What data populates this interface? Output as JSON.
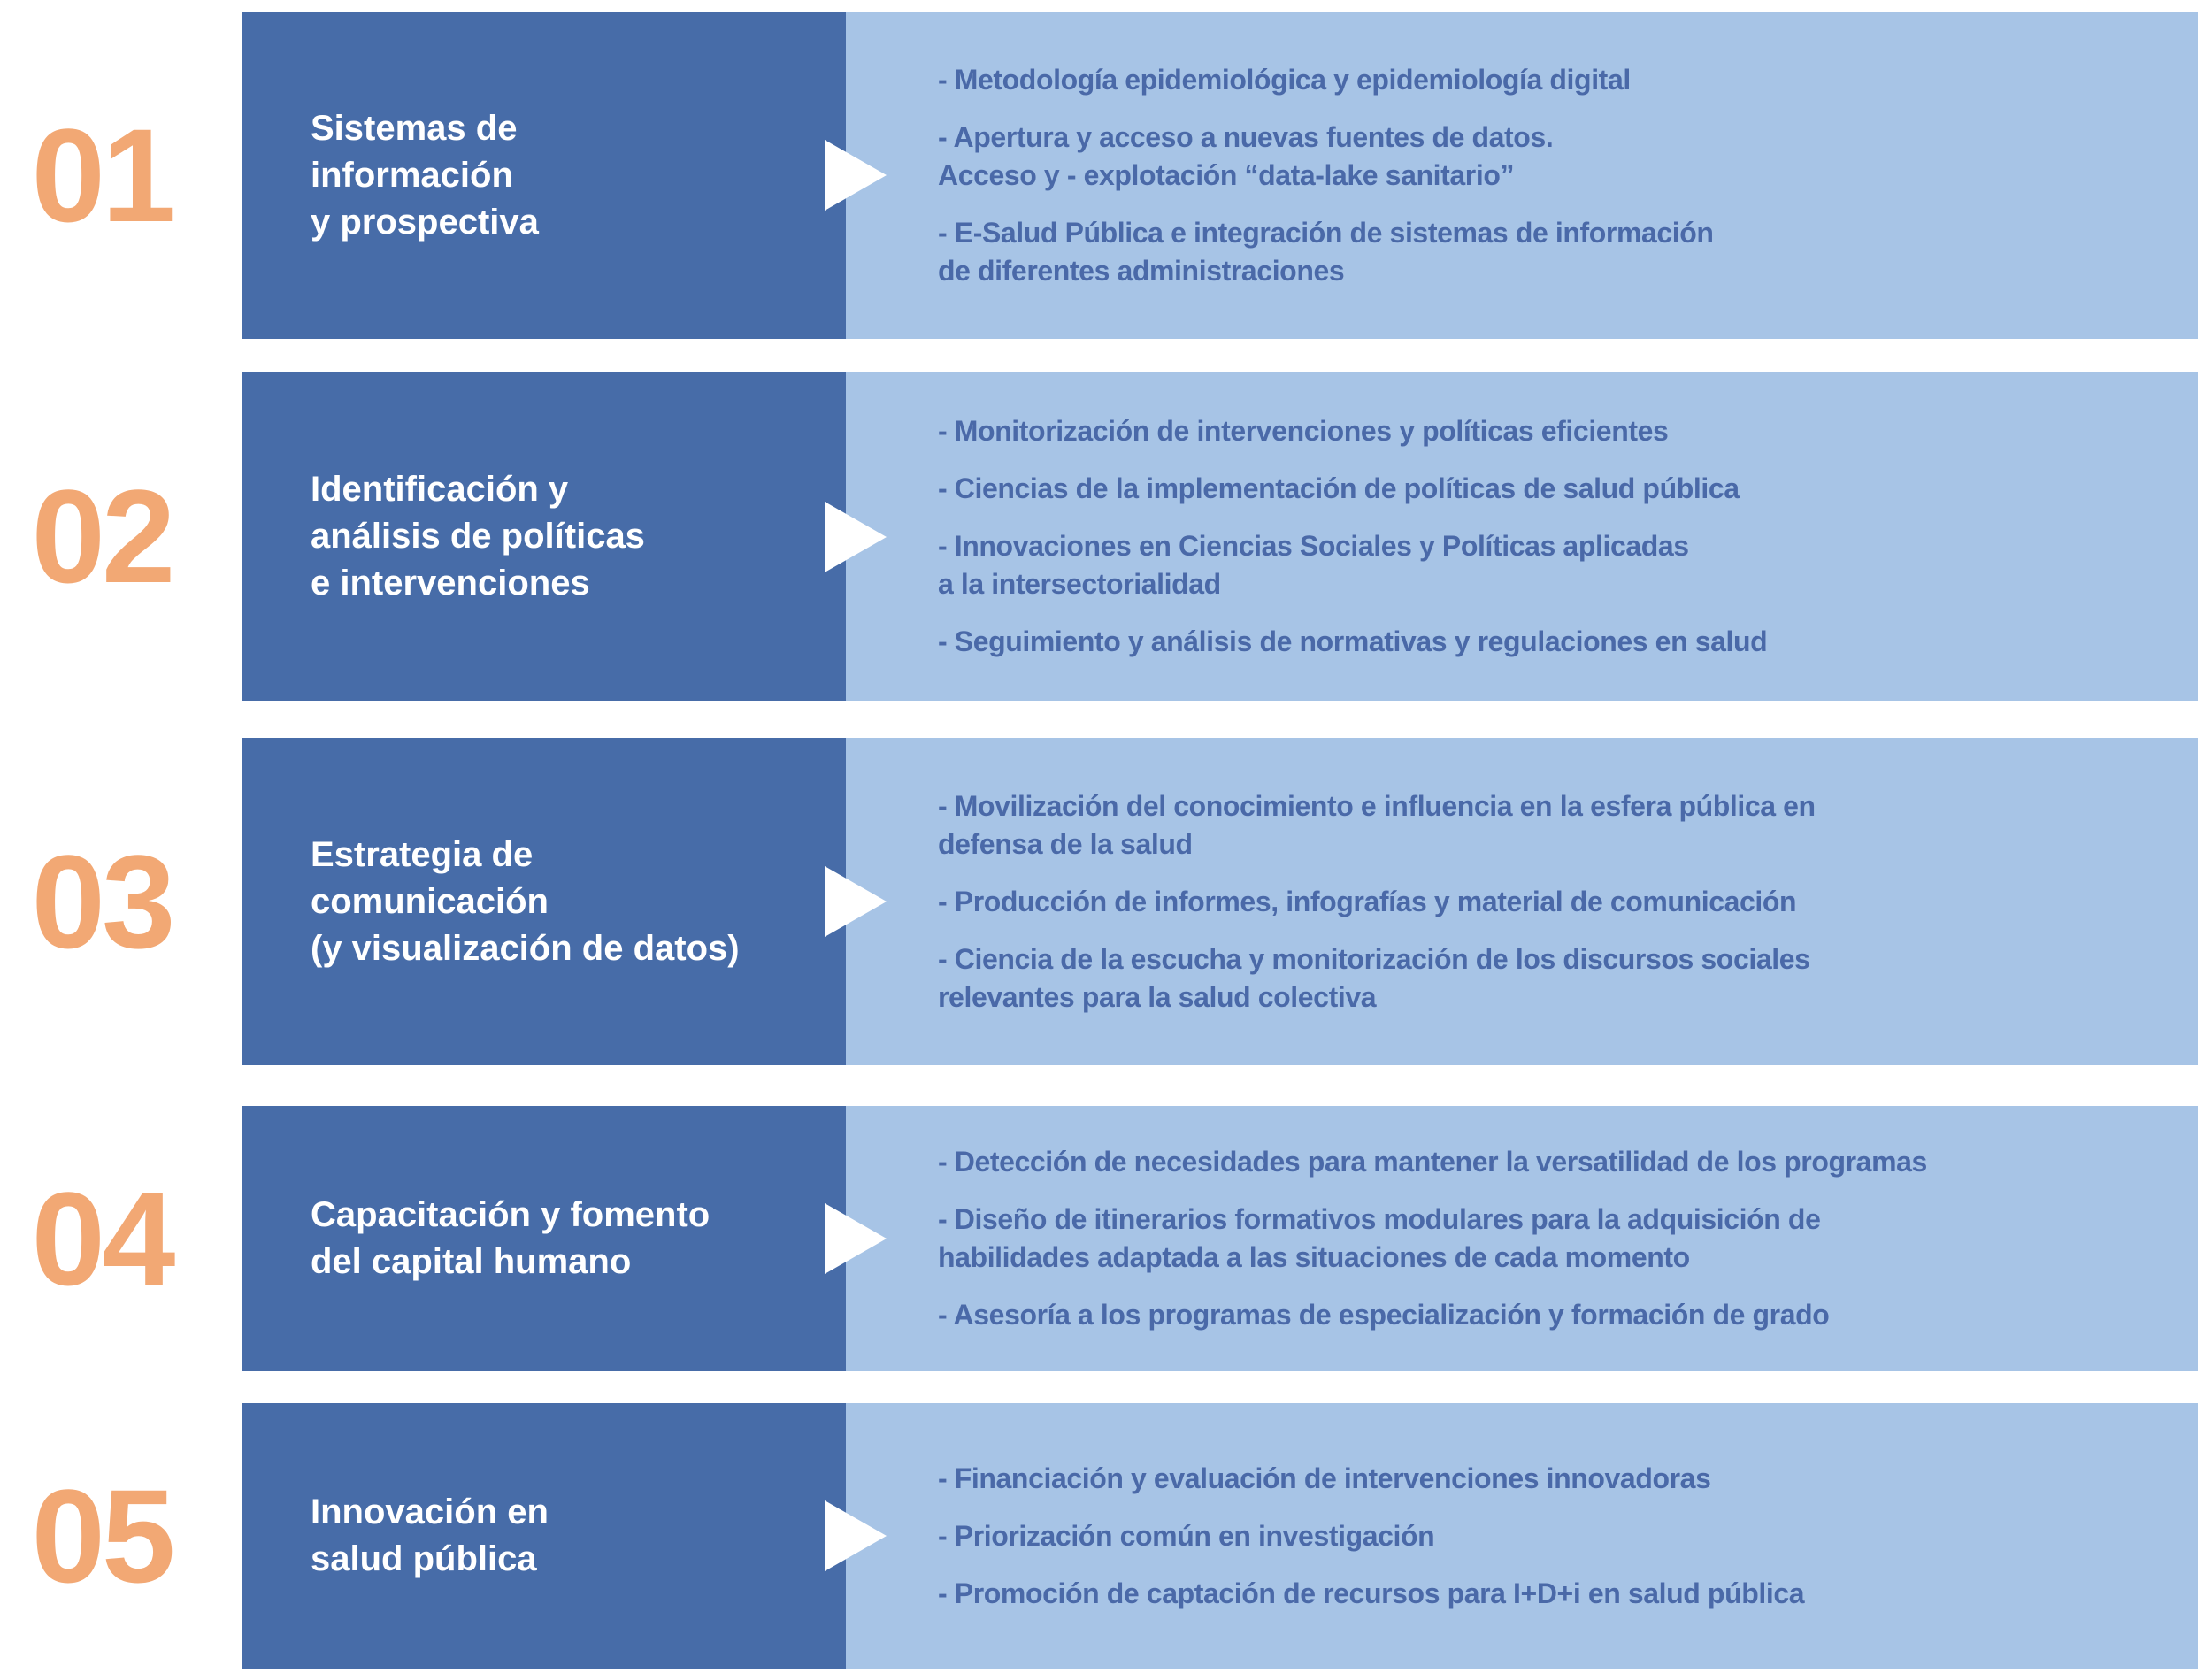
{
  "colors": {
    "number": "#F2A874",
    "dark_block": "#476CA8",
    "light_block": "#A7C4E6",
    "item_text": "#4A69A8"
  },
  "rows": [
    {
      "number": "01",
      "title": "Sistemas de\ninformación\ny prospectiva",
      "items": [
        "- Metodología epidemiológica y epidemiología digital",
        "- Apertura y acceso a nuevas fuentes de datos.\n Acceso y - explotación “data-lake sanitario”",
        "- E-Salud Pública e integración de sistemas de información\n  de diferentes administraciones"
      ]
    },
    {
      "number": "02",
      "title": "Identificación y\nanálisis de políticas\ne intervenciones",
      "items": [
        "- Monitorización de intervenciones y políticas eficientes",
        "- Ciencias de la implementación de políticas de salud pública",
        "- Innovaciones en Ciencias Sociales y Políticas aplicadas\n  a la intersectorialidad",
        "- Seguimiento y análisis de normativas y regulaciones en salud"
      ]
    },
    {
      "number": "03",
      "title": "Estrategia de\ncomunicación\n(y visualización de datos)",
      "items": [
        "- Movilización del conocimiento e influencia en la esfera pública en\n defensa de la salud",
        "- Producción de informes, infografías y material de comunicación",
        "- Ciencia de la escucha y monitorización de los discursos sociales\n  relevantes para la salud colectiva"
      ]
    },
    {
      "number": "04",
      "title": "Capacitación y fomento\ndel capital humano",
      "items": [
        "- Detección de necesidades para mantener la versatilidad de los programas",
        "- Diseño de itinerarios formativos modulares para la adquisición de\n  habilidades adaptada a las situaciones de cada momento",
        "- Asesoría a los programas de especialización y formación de grado"
      ]
    },
    {
      "number": "05",
      "title": "Innovación en\nsalud pública",
      "items": [
        "- Financiación y evaluación de intervenciones innovadoras",
        "- Priorización común en investigación",
        "- Promoción de captación de recursos para I+D+i en salud pública"
      ]
    }
  ]
}
